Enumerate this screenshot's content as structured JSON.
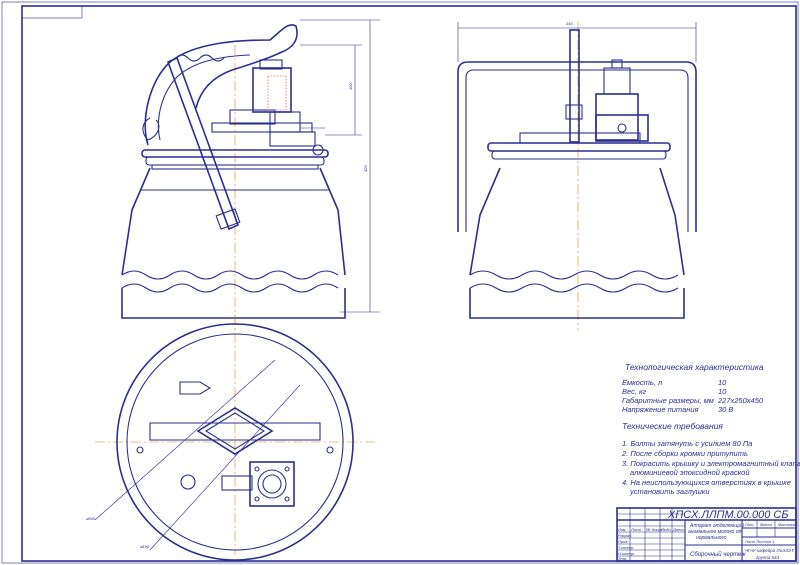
{
  "dimensions": {
    "width_top": "340",
    "height_overall": "420",
    "height_handle": "100",
    "diameter_outer": "⌀300",
    "diameter_inner": "⌀190"
  },
  "tech_characteristics": {
    "title": "Технологическая характеристика",
    "rows": [
      {
        "label": "Емкость, л",
        "value": "10"
      },
      {
        "label": "Вес, кг",
        "value": "10"
      },
      {
        "label": "Габаритные размеры, мм",
        "value": "227х250х450"
      },
      {
        "label": "Напряжение питания",
        "value": "30 В"
      }
    ]
  },
  "tech_requirements": {
    "title": "Технические требования",
    "items": [
      "1. Болты затянуть с усилием 80 Па",
      "2. После сборки кромки притупить",
      "3. Покрасить крышку и электромагнитный клапан",
      "алюминиевой эпоксидной краской",
      "4. На неиспользующихся отверстиях в крышке",
      "установить заглушки"
    ]
  },
  "title_block": {
    "designation": "ХПСХ.ЛЛПМ.00.000 СБ",
    "name_lines": [
      "Аппарат отделяющий",
      "аномальное молоко от",
      "нормального"
    ],
    "doc_type": "Сборочный чертеж",
    "org_line1": "ЧГАУ кафедра ЛиЭЗЭТ",
    "org_line2": "группа 544",
    "cols": [
      "Лит.",
      "Масса",
      "Масштаб"
    ],
    "sheet_info": "Лист   Листов 1",
    "left_labels": [
      "Изм.",
      "Лист",
      "№ докум.",
      "Подп.",
      "Дата",
      "Разраб.",
      "Пров.",
      "Т.контр.",
      "Н.контр.",
      "Утв."
    ]
  }
}
